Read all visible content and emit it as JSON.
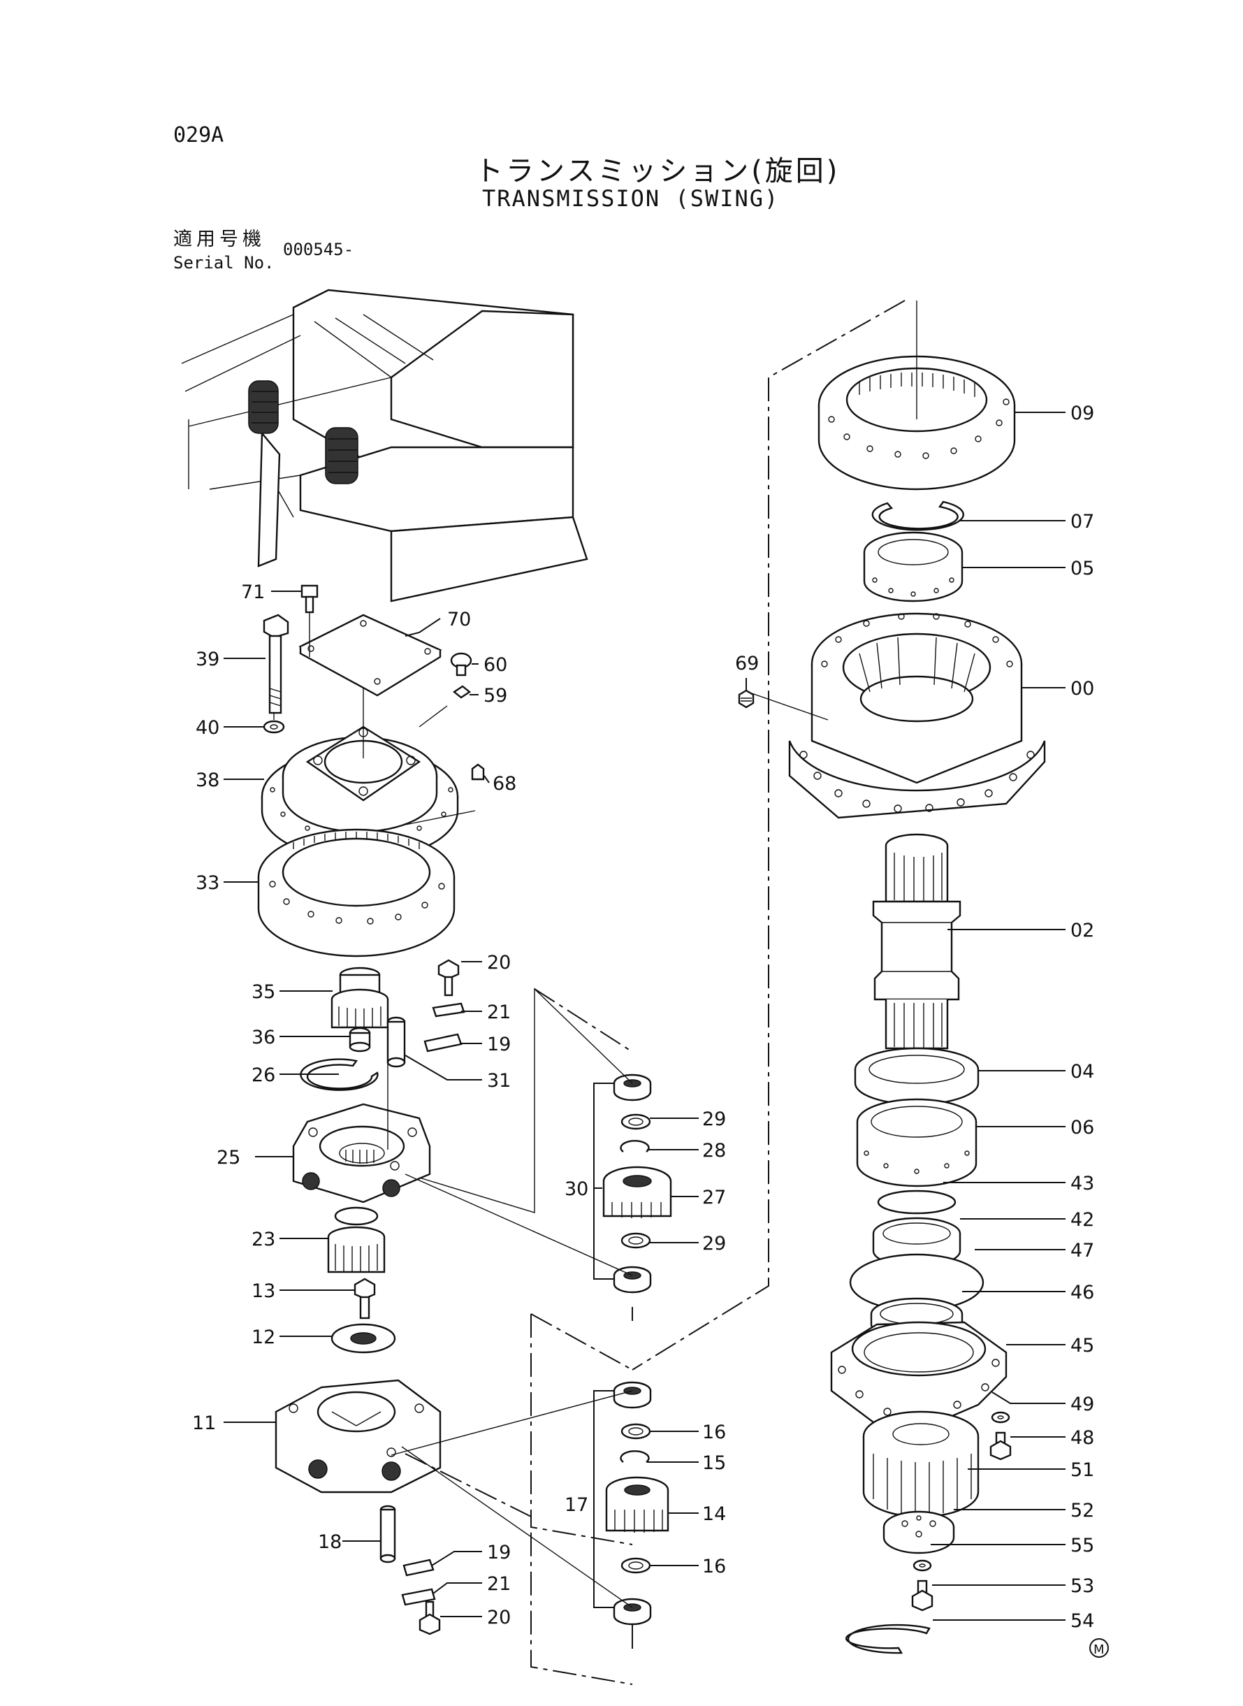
{
  "header": {
    "page_code": "029A",
    "title_jp": "トランスミッション(旋回)",
    "title_en": "TRANSMISSION (SWING)",
    "serial_label_jp": "適用号機",
    "serial_label_en": "Serial No.",
    "serial_value": "000545-"
  },
  "callouts": [
    "71",
    "70",
    "39",
    "60",
    "59",
    "40",
    "38",
    "68",
    "33",
    "20",
    "35",
    "21",
    "36",
    "19",
    "26",
    "31",
    "25",
    "23",
    "13",
    "12",
    "11",
    "18",
    "29",
    "28",
    "30",
    "27",
    "17",
    "16",
    "15",
    "14",
    "69",
    "09",
    "07",
    "05",
    "00",
    "02",
    "04",
    "06",
    "43",
    "42",
    "47",
    "46",
    "45",
    "49",
    "48",
    "51",
    "52",
    "55",
    "53",
    "54"
  ],
  "mark": "M"
}
